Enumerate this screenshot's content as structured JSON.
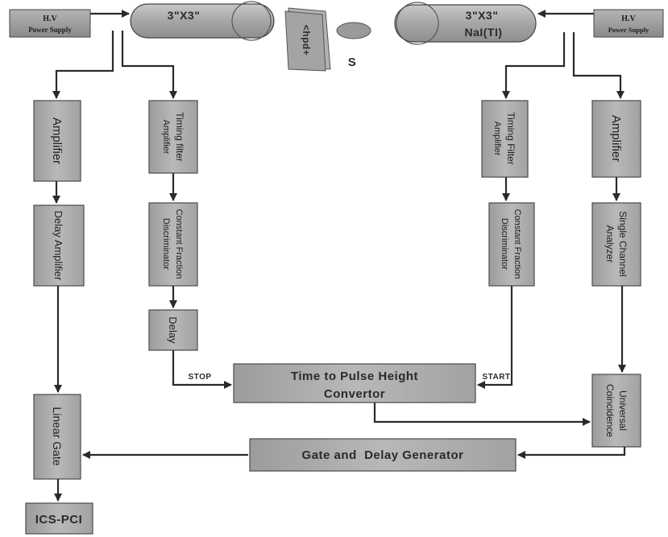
{
  "power_supply_left": {
    "line1": "H.V",
    "line2": "Power Supply"
  },
  "power_supply_right": {
    "line1": "H.V",
    "line2": "Power Supply"
  },
  "detector_left": {
    "size": "3\"X3\""
  },
  "detector_right": {
    "size": "3\"X3\"",
    "crystal": "NaI(TI)"
  },
  "shield": {
    "label": "<hpd+"
  },
  "source": {
    "label": "S"
  },
  "left_energy": {
    "amplifier": "Amplifier",
    "delay_amplifier": "Delay Amplifier",
    "linear_gate": "Linear Gate",
    "output": "ICS-PCI"
  },
  "left_timing": {
    "tfa_line1": "Timing filter",
    "tfa_line2": "Amplifier",
    "cfd_line1": "Constant Fraction",
    "cfd_line2": "Discriminator",
    "delay": "Delay"
  },
  "right_timing": {
    "tfa_line1": "Timing Filter",
    "tfa_line2": "Amplifier",
    "cfd_line1": "Constant Fraction",
    "cfd_line2": "Discriminator"
  },
  "right_energy": {
    "amplifier": "Amplifier",
    "sca_line1": "Single Channel",
    "sca_line2": "Analyzer",
    "coincidence_line1": "Universal",
    "coincidence_line2": "Coincidence"
  },
  "tphc": {
    "line1": "Time to Pulse Height",
    "line2": "Convertor",
    "stop_label": "STOP",
    "start_label": "START"
  },
  "gate_delay_generator": {
    "label": "Gate and  Delay Generator"
  }
}
